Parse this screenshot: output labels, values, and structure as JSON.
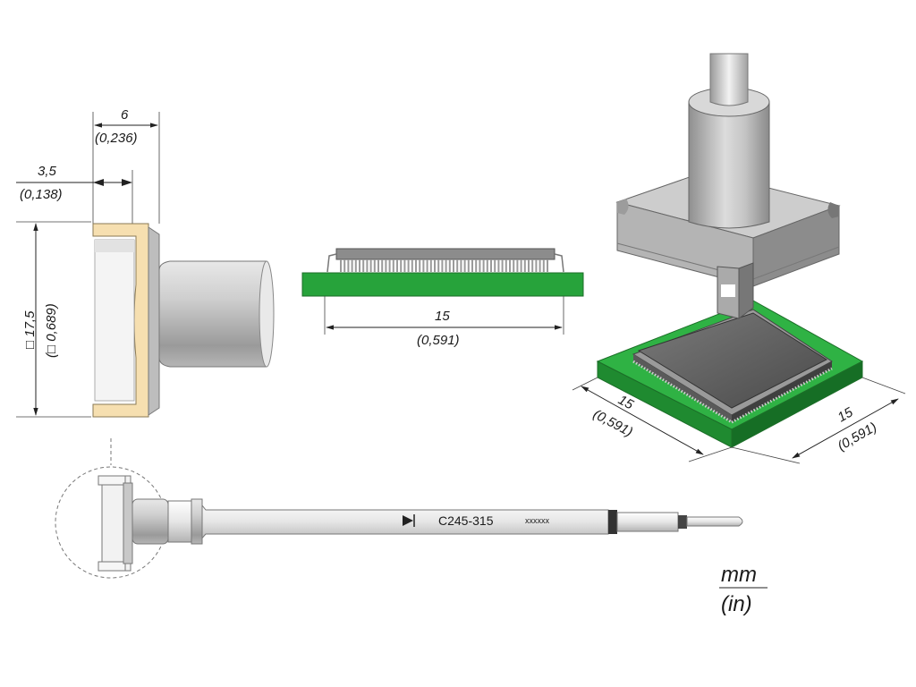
{
  "top_width": {
    "value": "6",
    "inch": "(0,236)"
  },
  "side_depth": {
    "value": "3,5",
    "inch": "(0,138)"
  },
  "height": {
    "value": "□ 17,5",
    "inch": "(□ 0,689)"
  },
  "chip_side_width": {
    "value": "15",
    "inch": "(0,591)"
  },
  "iso_left": {
    "value": "15",
    "inch": "(0,591)"
  },
  "iso_right": {
    "value": "15",
    "inch": "(0,591)"
  },
  "tip": {
    "code": "C245-315",
    "serial": "xxxxxx"
  },
  "units": {
    "metric": "mm",
    "imperial": "(in)"
  },
  "colors": {
    "pcb_green": "#27a33b",
    "tip_cream": "#f6dfb0",
    "metal_gray": "#bdbdbd"
  }
}
